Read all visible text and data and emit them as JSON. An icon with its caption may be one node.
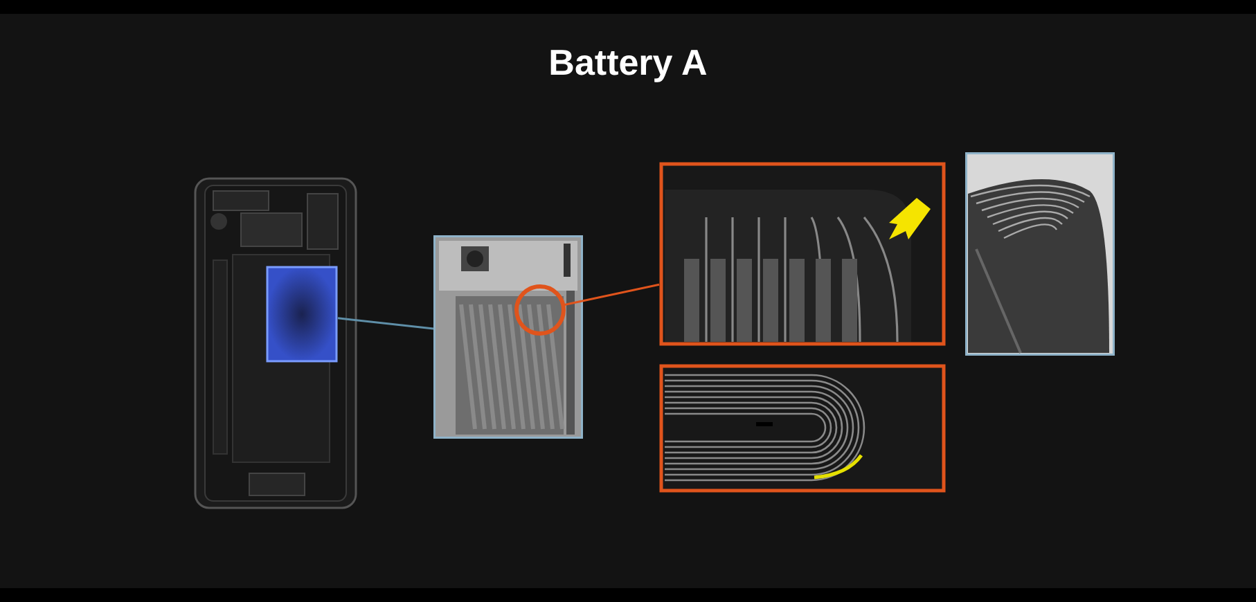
{
  "diagram": {
    "title": "Battery A",
    "nodes": [
      {
        "text": [],
        "shape": "picture"
      },
      {
        "text": [],
        "shape": "box",
        "in": 0
      },
      {
        "text": [],
        "shape": "picture"
      },
      {
        "text": [],
        "shape": "circle",
        "in": 2
      },
      {
        "text": [],
        "shape": "picture"
      },
      {
        "text": [],
        "shape": "picture"
      },
      {
        "text": [],
        "shape": "picture"
      }
    ],
    "edges": [
      {
        "from": 1,
        "to": 2,
        "arrow": "none",
        "color": "#5f8fa8"
      },
      {
        "from": 3,
        "to": 4,
        "arrow": "none",
        "color": "#e0541c"
      }
    ]
  }
}
